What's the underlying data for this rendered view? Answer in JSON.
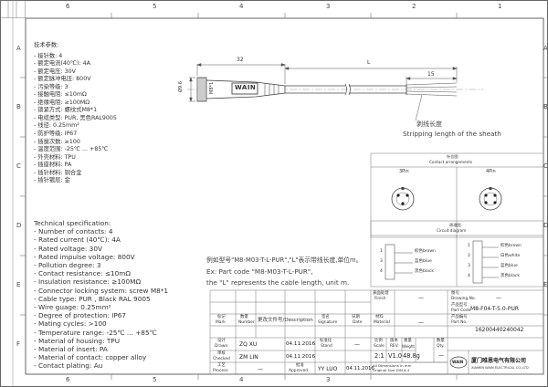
{
  "columns": [
    "6",
    "5",
    "4",
    "3",
    "2",
    "1"
  ],
  "rows": [
    "A",
    "B",
    "C",
    "D",
    "E",
    "F"
  ],
  "corner_block": [
    "",
    "",
    ""
  ],
  "specs_cn": {
    "heading": "技术参数:",
    "items": [
      "- 接针数: 4",
      "- 额定电流(40℃): 4A",
      "- 额定电压: 30V",
      "- 额定脉冲电压: 800V",
      "- 污染等级: 3",
      "- 接触电阻: ≤10mΩ",
      "- 绝缘电阻: ≥100MΩ",
      "- 锁紧方式: 螺纹式M8*1",
      "- 电缆类型: PUR, 黑色RAL9005",
      "- 线径: 0.25mm²",
      "- 防护等级: IP67",
      "- 插拔次数: ≥100",
      "- 温度范围: -25℃ ... +85℃",
      "- 外壳材料: TPU",
      "- 插座材料: PA",
      "- 插针材料: 铜合金",
      "- 插针镀层: 金"
    ]
  },
  "specs_en": {
    "heading": "Technical specification:",
    "items": [
      "- Number of contacts: 4",
      "- Rated current (40℃): 4A",
      "- Rated voltage: 30V",
      "- Rated impulse voltage: 800V",
      "- Pollution degree: 3",
      "- Contact resistance: ≤10mΩ",
      "- Insulation resistance: ≥100MΩ",
      "- Connector locking system: screw M8*1",
      "- Cable type: PUR , Black RAL 9005",
      "- Wire guage: 0.25mm²",
      "- Degree of protection: IP67",
      "- Mating cycles: >100",
      "- Temperature range: -25℃ ... +85℃",
      "- Material of housing: TPU",
      "- Material of insert: PA",
      "- Material of contact: copper alloy",
      "- Contact plating: Au"
    ]
  },
  "drawing": {
    "dim_32": "32",
    "dim_L": "L",
    "dim_15": "15",
    "dim_dia": "Ø9.6",
    "dim_thread": "M8*1",
    "brand": "WAIN",
    "strip_cn": "剥线长度",
    "strip_en": "Stripping length of the sheath"
  },
  "contacts": {
    "title_cn": "针位图",
    "title_en": "Contact arrangements",
    "pin3": "3Pin",
    "pin4": "4Pin",
    "circuit_cn": "原理图",
    "circuit_en": "Circuit diagram",
    "left_wires": [
      {
        "num": "1",
        "label": "棕色brown"
      },
      {
        "num": "3",
        "label": "蓝色blue"
      },
      {
        "num": "4",
        "label": "黑色black"
      }
    ],
    "right_wires": [
      {
        "num": "1",
        "label": "棕色brown"
      },
      {
        "num": "2",
        "label": "白色white"
      },
      {
        "num": "3",
        "label": "蓝色blue"
      },
      {
        "num": "4",
        "label": "黑色black"
      }
    ]
  },
  "notes": [
    "例如型号\"M8-M03-T-L-PUR\",\"L\"表示带线长度,单位m。",
    "Ex: Part code \"M8-M03-T-L-PUR\",",
    "the \"L\" represents the cable length, unit m."
  ],
  "title_block": {
    "finish_cn": "表面处理",
    "finish_en": "Finish",
    "finish_val": "—",
    "material_cn": "材料",
    "material_en": "Material",
    "material_val": "—",
    "drawing_no_cn": "图号",
    "drawing_no_en": "Drawing No.",
    "drawing_no_val": "—",
    "part_code_cn": "产品型号",
    "part_code_en": "Part Code",
    "part_code_val": "M8-F04-T-5.0-PUR",
    "part_no_cn": "产品编号",
    "part_no_en": "Part No.",
    "part_no_val": "16200440240042",
    "mark_cn": "标记",
    "mark_en": "Mark",
    "num_cn": "数量",
    "num_en": "Number",
    "desc_cn": "更改文件号/Description",
    "sig_cn": "签名",
    "sig_en": "Signature",
    "date_cn": "日期",
    "date_en": "Date",
    "drawn_cn": "设计",
    "drawn_en": "Drawn",
    "drawn_name": "ZQ XU",
    "drawn_date": "04.11.2016",
    "drawn_std": "—",
    "std_cn": "标准化",
    "std_en": "Stand",
    "checked_cn": "审核",
    "checked_en": "Checked",
    "checked_name": "ZM LIN",
    "checked_date": "04.11.2016",
    "process_cn": "工艺",
    "process_en": "Process",
    "process_val": "—",
    "approved_cn": "批准",
    "approved_en": "Approved",
    "approved_name": "YY LUO",
    "approved_date": "04.11.2016",
    "scale_cn": "比例",
    "scale_en": "Scale",
    "scale_val": "2:1",
    "rev_cn": "版本",
    "rev_en": "REV.",
    "rev_val": "V1.0",
    "weight_cn": "重量",
    "weight_en": "Weight",
    "weight_val": "48.8g",
    "qty_cn": "数量",
    "qty_en": "Qty.",
    "qty_val": "—",
    "units_note_1": "All Dimensions in mm",
    "units_note_2": "Original Size DIN A 4",
    "company_logo": "WAIN",
    "company_cn": "厦门唯恩电气有限公司",
    "company_en": "XIAMEN WAIN ELECTRICAL CO.,LTD"
  }
}
